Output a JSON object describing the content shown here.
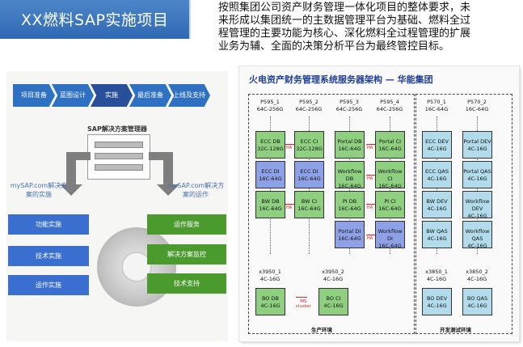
{
  "title": "XX燃料SAP实施项目",
  "intro_lines": [
    "按照集团公司资产财务管理一体化项目的整体要求，未",
    "来形成以集团统一的主数据管理平台为基础、燃料全过",
    "程管理的主要功能为核心、深化燃料全过程管理的扩展",
    "业务为辅、全面的决策分析平台为最终管控目标。"
  ],
  "left_panel": {
    "phases": [
      "项目准备",
      "蓝图设计",
      "实施",
      "最后准备",
      "上线及支持"
    ],
    "active_phase": 2,
    "solution_manager": "SAP解决方案管理器",
    "left_side_label": "mySAP.com解决方案的实施",
    "right_side_label": "mySAP.com解决方案的运作",
    "left_items": [
      "功能实施",
      "技术实施",
      "运作实施"
    ],
    "right_items": [
      "运作服务",
      "解决方案监控",
      "技术支持"
    ],
    "colors": {
      "chevron": "#2e70c2",
      "chevron_active": "#2a4f9a",
      "blue": "#3a6fd0",
      "green": "#4b9a2e"
    }
  },
  "right_panel": {
    "title": "火电资产财务管理系统服务器架构 — 华能集团",
    "prod_label": "生产环境",
    "dev_label": "开发测试环境",
    "cluster_label": "MS\ncluster",
    "ha": "HA",
    "prod_servers": [
      {
        "name": "P595_1",
        "spec": "64C-256G"
      },
      {
        "name": "P595_2",
        "spec": "64C-256G"
      },
      {
        "name": "P595_3",
        "spec": "64C-256G"
      },
      {
        "name": "P595_4",
        "spec": "64C-256G"
      }
    ],
    "dev_servers": [
      {
        "name": "P570_1",
        "spec": "16C-64G"
      },
      {
        "name": "P570_2",
        "spec": "16C-64G"
      }
    ],
    "prod_columns": [
      [
        {
          "l1": "ECC DB",
          "l2": "32C-128G",
          "c": "green"
        },
        {
          "l1": "ECC DI",
          "l2": "16C-64G",
          "c": "blue"
        },
        {
          "l1": "BW DB",
          "l2": "16C-64G",
          "c": "green"
        }
      ],
      [
        {
          "l1": "ECC CI",
          "l2": "32C-128G",
          "c": "green"
        },
        {
          "l1": "ECC DI",
          "l2": "16C-64G",
          "c": "blue"
        },
        {
          "l1": "BW CI",
          "l2": "16C-64G",
          "c": "green"
        }
      ],
      [
        {
          "l1": "Portal DB",
          "l2": "16C-64G",
          "c": "green"
        },
        {
          "l1": "Workflow DB",
          "l2": "16C-64G",
          "c": "green"
        },
        {
          "l1": "PI DB",
          "l2": "16C-64G",
          "c": "green"
        },
        {
          "l1": "Portal DI",
          "l2": "16C-64G",
          "c": "blue"
        }
      ],
      [
        {
          "l1": "Portal CI",
          "l2": "16C-64G",
          "c": "green"
        },
        {
          "l1": "Workflow CI",
          "l2": "16C-64G",
          "c": "green"
        },
        {
          "l1": "PI CI",
          "l2": "16C-64G",
          "c": "green"
        },
        {
          "l1": "Workflow DI",
          "l2": "16C-64G",
          "c": "blue"
        }
      ]
    ],
    "dev_columns": [
      [
        {
          "l1": "ECC DEV",
          "l2": "4C-16G",
          "c": "lblue"
        },
        {
          "l1": "ECC QAS",
          "l2": "4C-16G",
          "c": "lblue"
        },
        {
          "l1": "BW DEV",
          "l2": "4C-16G",
          "c": "lblue"
        },
        {
          "l1": "BW QAS",
          "l2": "4C-16G",
          "c": "lblue"
        }
      ],
      [
        {
          "l1": "Portal DEV",
          "l2": "4C-16G",
          "c": "lblue"
        },
        {
          "l1": "Portal QAS",
          "l2": "4C-16G",
          "c": "lblue"
        },
        {
          "l1": "Workflow DEV",
          "l2": "4C-16G",
          "c": "lblue"
        },
        {
          "l1": "Workflow QAS",
          "l2": "4C-16G",
          "c": "lblue"
        }
      ]
    ],
    "prod_x86": [
      {
        "name": "x3950_1",
        "spec": "4C-16G",
        "node": {
          "l1": "BO DB",
          "l2": "4C-16G",
          "c": "green"
        }
      },
      {
        "name": "x3950_2",
        "spec": "4C-16G",
        "node": {
          "l1": "BO CI",
          "l2": "4C-16G",
          "c": "green"
        }
      }
    ],
    "dev_x86": [
      {
        "name": "x3850_1",
        "spec": "4C-16G",
        "node": {
          "l1": "BO DEV",
          "l2": "4C-16G",
          "c": "lblue"
        }
      },
      {
        "name": "x3850_2",
        "spec": "4C-16G",
        "node": {
          "l1": "BO QAS",
          "l2": "4C-16G",
          "c": "lblue"
        }
      }
    ]
  }
}
